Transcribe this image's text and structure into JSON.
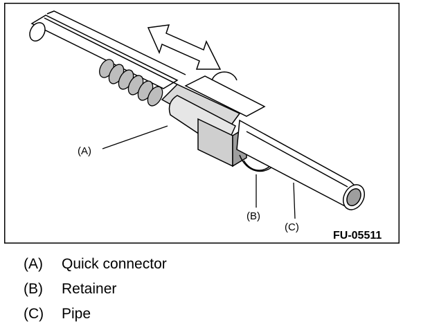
{
  "figure": {
    "id": "FU-05511",
    "callouts": {
      "a": "(A)",
      "b": "(B)",
      "c": "(C)"
    }
  },
  "legend": [
    {
      "letter": "(A)",
      "text": "Quick connector"
    },
    {
      "letter": "(B)",
      "text": "Retainer"
    },
    {
      "letter": "(C)",
      "text": "Pipe"
    }
  ]
}
